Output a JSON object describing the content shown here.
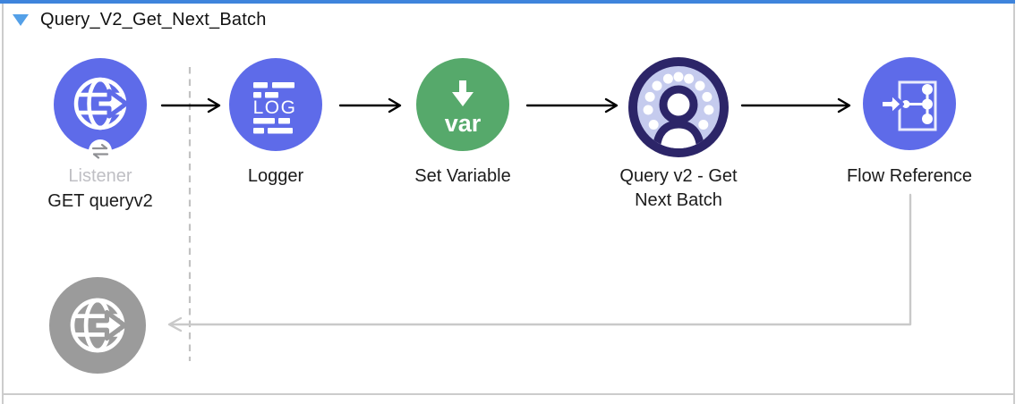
{
  "flow": {
    "title": "Query_V2_Get_Next_Batch",
    "colors": {
      "node_blue": "#5E6BE9",
      "node_green": "#56A96B",
      "node_navy": "#2C2568",
      "node_lavender": "#C5CBEE",
      "node_gray": "#9B9B9B",
      "topbar_blue": "#3E84DC",
      "connector_black": "#000000",
      "connector_gray": "#C9C9C9",
      "dashed_gray": "#C2C2C2",
      "border_gray": "#CCCCCC"
    },
    "nodes": [
      {
        "id": "listener",
        "label": "Listener",
        "sublabel": "GET queryv2",
        "icon": "globe-arrow-icon",
        "badge": "exchange-arrows-icon"
      },
      {
        "id": "logger",
        "label": "Logger",
        "icon": "log-lines-icon",
        "icon_text": "LOG"
      },
      {
        "id": "set-variable",
        "label": "Set Variable",
        "icon": "var-arrow-icon",
        "icon_text": "var"
      },
      {
        "id": "query-v2-get-next-batch",
        "label": "Query v2 - Get Next Batch",
        "label_line1": "Query v2 - Get",
        "label_line2": "Next Batch",
        "icon": "salesforce-user-icon"
      },
      {
        "id": "flow-reference",
        "label": "Flow Reference",
        "icon": "flow-reference-icon"
      },
      {
        "id": "response-endpoint",
        "label": "",
        "icon": "globe-arrow-gray-icon"
      }
    ]
  }
}
